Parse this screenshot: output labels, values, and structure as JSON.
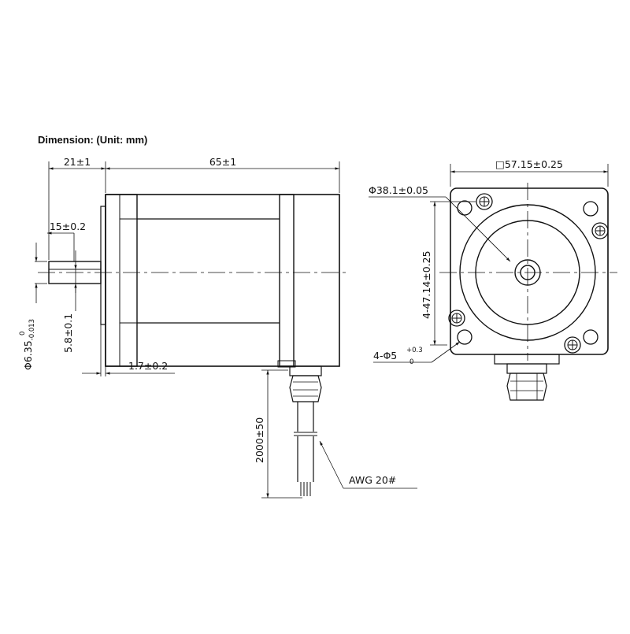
{
  "title": "Dimension: (Unit: mm)",
  "side_view": {
    "shaft_length": "21±1",
    "body_length": "65±1",
    "flat_length": "15±0.2",
    "flat_depth": "5.8±0.1",
    "boss_height": "1.7±0.2",
    "shaft_dia_base": "Φ6.35",
    "shaft_dia_tol_upper": "0",
    "shaft_dia_tol_lower": "-0.013",
    "lead_length": "2000±50",
    "wire_gauge": "AWG 20#"
  },
  "front_view": {
    "square_size": "□57.15±0.25",
    "pilot_dia": "Φ38.1±0.05",
    "hole_spacing": "4-47.14±0.25",
    "hole_base": "4-Φ5",
    "hole_tol_upper": "+0.3",
    "hole_tol_lower": "0"
  }
}
